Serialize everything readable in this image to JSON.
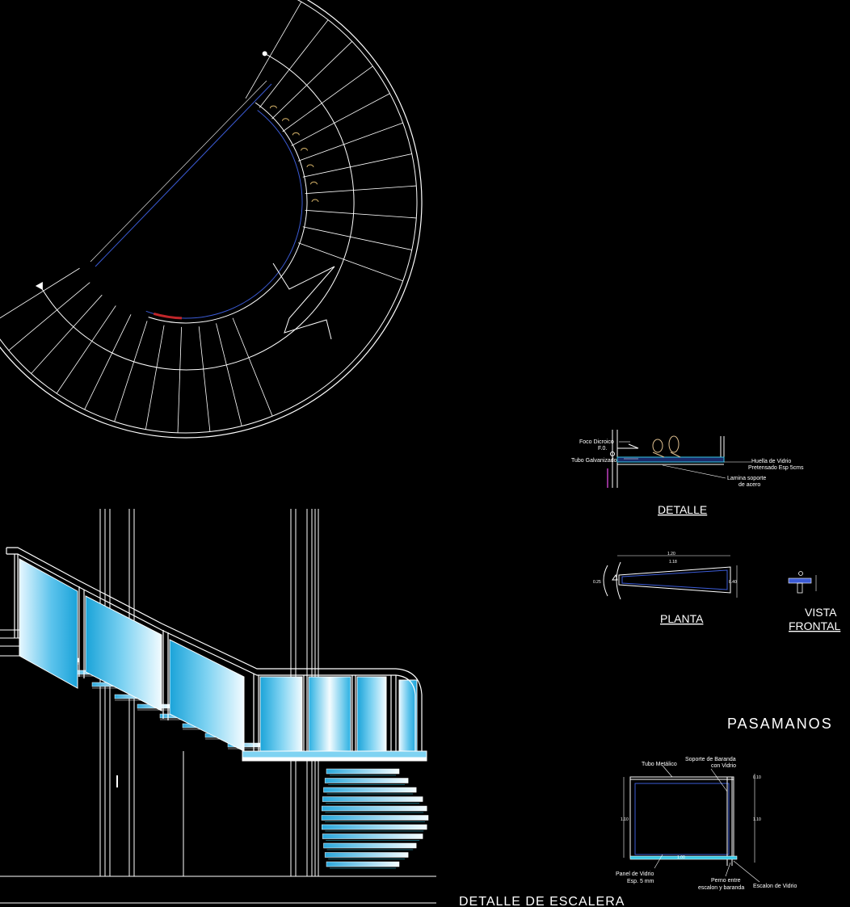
{
  "colors": {
    "background": "#000000",
    "line": "#ffffff",
    "blue_outline": "#3b5bd6",
    "red_segment": "#c0262a",
    "tread_marker": "#d8b56a",
    "glass_light": "#e6f7ff",
    "glass_dark": "#1aa3d9",
    "step_blue": "#55c6ee",
    "cyan_line": "#37c9e6"
  },
  "labels": {
    "detalle": "DETALLE",
    "planta": "PLANTA",
    "vista": "VISTA",
    "frontal": "FRONTAL",
    "pasamanos": "PASAMANOS",
    "detalle_escalera": "DETALLE DE ESCALERA"
  },
  "detail_notes": {
    "foco_1": "Foco Dicroico",
    "foco_2": "F.0.",
    "tubo_galvanizado": "Tubo Galvanizado",
    "huella_1": "Huella de Vidrio",
    "huella_2": "Pretensado   Esp 5cms",
    "lamina_1": "Lamina soporte",
    "lamina_2": "de acero"
  },
  "pasamanos_notes": {
    "tubo_metalico": "Tubo Metálico",
    "soporte_1": "Soporte de Baranda",
    "soporte_2": "con Vidrio",
    "panel_1": "Panel de Vidrio",
    "panel_2": "Esp. 5 mm",
    "perno_1": "Perno entre",
    "perno_2": "escalon y baranda",
    "escalon": "Escalon de Vidrio"
  },
  "dimensions": {
    "planta_top_1": "1.20",
    "planta_top_2": "1.18",
    "planta_left": "0.25",
    "planta_right": "0.40",
    "pas_left": "1.10",
    "pas_right": "1.10",
    "pas_top_right": "0.10",
    "pas_bottom": "1.00"
  },
  "icons": {
    "direction_arrow": "arrow-left-icon",
    "footprints": "footprints-icon"
  }
}
